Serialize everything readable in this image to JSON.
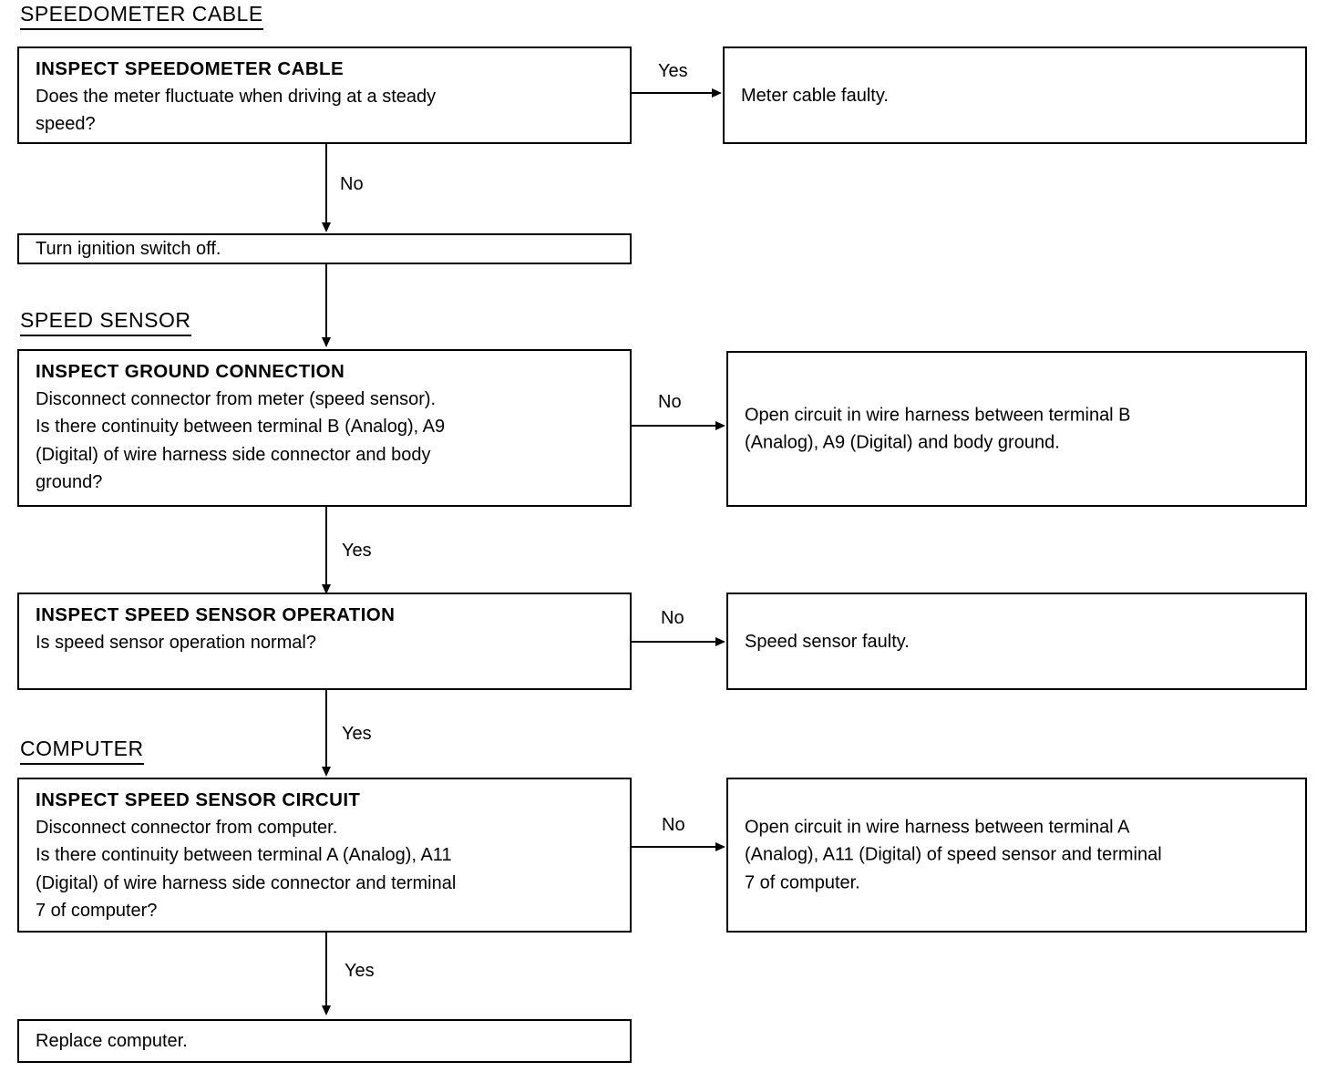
{
  "document": {
    "type": "troubleshooting-flowchart",
    "title": "Speedometer / Speed Sensor Diagnostic Flow Chart"
  },
  "sections": [
    {
      "id": "speedometer-cable",
      "label": "SPEEDOMETER CABLE"
    },
    {
      "id": "speed-sensor",
      "label": "SPEED SENSOR"
    },
    {
      "id": "computer",
      "label": "COMPUTER"
    }
  ],
  "boxes": {
    "inspect_speedometer_cable": {
      "title": "INSPECT SPEEDOMETER CABLE",
      "line1": "Does the meter fluctuate when driving at a steady",
      "line2": "speed?"
    },
    "meter_cable_faulty": {
      "line1": "Meter cable faulty."
    },
    "turn_ignition_off": {
      "line1": "Turn ignition switch off."
    },
    "inspect_ground_connection": {
      "title": "INSPECT GROUND CONNECTION",
      "line1": "Disconnect connector from meter (speed sensor).",
      "line2": "Is there continuity between terminal B (Analog), A9",
      "line3": "(Digital) of wire harness side connector and body",
      "line4": "ground?"
    },
    "open_circuit_ground": {
      "line1": "Open circuit in wire harness between terminal B",
      "line2": "(Analog), A9 (Digital) and body ground."
    },
    "inspect_speed_sensor_operation": {
      "title": "INSPECT SPEED SENSOR OPERATION",
      "line1": "Is speed sensor operation normal?"
    },
    "speed_sensor_faulty": {
      "line1": "Speed sensor faulty."
    },
    "inspect_speed_sensor_circuit": {
      "title": "INSPECT SPEED SENSOR CIRCUIT",
      "line1": "Disconnect connector from computer.",
      "line2": "Is there continuity between terminal A (Analog), A11",
      "line3": "(Digital) of wire harness side connector and terminal",
      "line4": "7 of computer?"
    },
    "open_circuit_computer": {
      "line1": "Open circuit in wire harness between terminal A",
      "line2": "(Analog), A11 (Digital) of speed sensor and terminal",
      "line3": "7  of computer."
    },
    "replace_computer": {
      "line1": "Replace computer."
    }
  },
  "edges": {
    "cable_yes": "Yes",
    "cable_no": "No",
    "ground_no": "No",
    "ground_yes": "Yes",
    "operation_no": "No",
    "operation_yes": "Yes",
    "circuit_no": "No",
    "circuit_yes": "Yes"
  },
  "colors": {
    "ink": "#000000",
    "paper": "#ffffff"
  }
}
